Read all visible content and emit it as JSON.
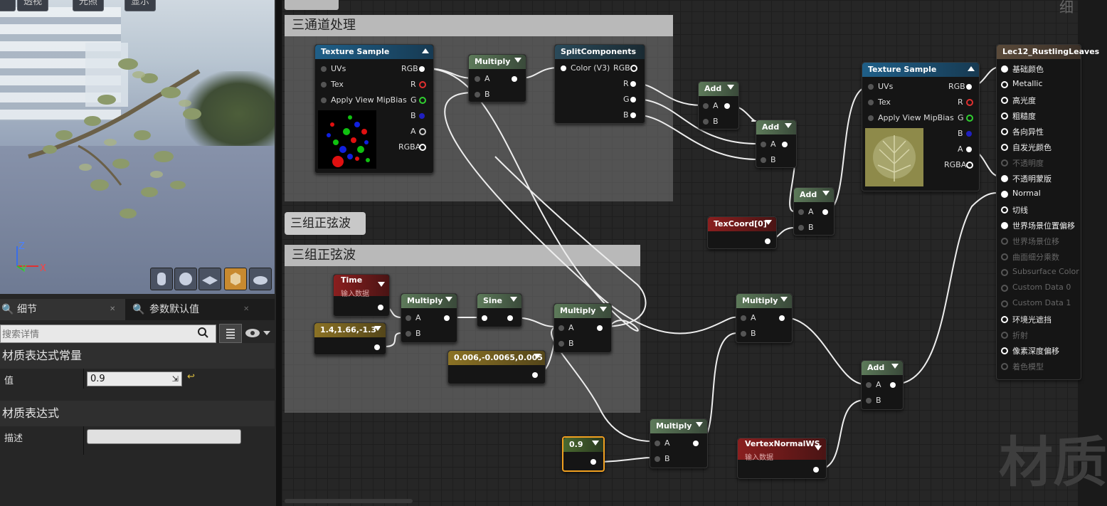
{
  "viewport": {
    "buttons": [
      "透视",
      "光照",
      "显示"
    ],
    "axes": {
      "z": "Z",
      "y": "Y",
      "x": "X"
    }
  },
  "tabs": {
    "details": "细节",
    "defaults": "参数默认值"
  },
  "search": {
    "placeholder": "搜索详情"
  },
  "details": {
    "section1": "材质表达式常量",
    "value_label": "值",
    "value": "0.9",
    "section2": "材质表达式",
    "desc_label": "描述",
    "desc_value": ""
  },
  "comments": {
    "c1": "三通道处理",
    "c2_tag": "三组正弦波",
    "c2": "三组正弦波"
  },
  "nodes": {
    "ts1": {
      "title": "Texture Sample",
      "pins_in": [
        "UVs",
        "Tex",
        "Apply View MipBias"
      ],
      "pins_out": [
        "RGB",
        "R",
        "G",
        "B",
        "A",
        "RGBA"
      ]
    },
    "mul1": {
      "title": "Multiply",
      "a": "A",
      "b": "B"
    },
    "split": {
      "title": "SplitComponents",
      "in": "Color (V3)",
      "out": [
        "RGB",
        "R",
        "G",
        "B"
      ]
    },
    "add1": {
      "title": "Add",
      "a": "A",
      "b": "B"
    },
    "add2": {
      "title": "Add",
      "a": "A",
      "b": "B"
    },
    "add3": {
      "title": "Add",
      "a": "A",
      "b": "B"
    },
    "texcoord": {
      "title": "TexCoord[0]"
    },
    "ts2": {
      "title": "Texture Sample",
      "pins_in": [
        "UVs",
        "Tex",
        "Apply View MipBias"
      ],
      "pins_out": [
        "RGB",
        "R",
        "G",
        "B",
        "A",
        "RGBA"
      ]
    },
    "time": {
      "title": "Time",
      "sub": "输入数据"
    },
    "const3": {
      "title": "1.4,1.66,-1.3"
    },
    "mul2": {
      "title": "Multiply",
      "a": "A",
      "b": "B"
    },
    "sine": {
      "title": "Sine"
    },
    "mul3": {
      "title": "Multiply",
      "a": "A",
      "b": "B"
    },
    "const3b": {
      "title": "0.006,-0.0065,0.005"
    },
    "mul4": {
      "title": "Multiply",
      "a": "A",
      "b": "B"
    },
    "add4": {
      "title": "Add",
      "a": "A",
      "b": "B"
    },
    "c09": {
      "title": "0.9"
    },
    "mul5": {
      "title": "Multiply",
      "a": "A",
      "b": "B"
    },
    "vnws": {
      "title": "VertexNormalWS",
      "sub": "输入数据"
    }
  },
  "material": {
    "title": "Lec12_RustlingLeaves",
    "pins": [
      {
        "label": "基础颜色",
        "active": true
      },
      {
        "label": "Metallic",
        "active": true
      },
      {
        "label": "高光度",
        "active": true
      },
      {
        "label": "粗糙度",
        "active": true
      },
      {
        "label": "各向异性",
        "active": true
      },
      {
        "label": "自发光颜色",
        "active": true
      },
      {
        "label": "不透明度",
        "active": false
      },
      {
        "label": "不透明蒙版",
        "active": true
      },
      {
        "label": "Normal",
        "active": true
      },
      {
        "label": "切线",
        "active": true
      },
      {
        "label": "世界场景位置偏移",
        "active": true
      },
      {
        "label": "世界场景位移",
        "active": false
      },
      {
        "label": "曲面细分乘数",
        "active": false
      },
      {
        "label": "Subsurface Color",
        "active": false
      },
      {
        "label": "Custom Data 0",
        "active": false
      },
      {
        "label": "Custom Data 1",
        "active": false
      },
      {
        "label": "环境光遮挡",
        "active": true
      },
      {
        "label": "折射",
        "active": false
      },
      {
        "label": "像素深度偏移",
        "active": true
      },
      {
        "label": "着色模型",
        "active": false
      }
    ]
  },
  "watermark": "材质",
  "corner_text": "细"
}
